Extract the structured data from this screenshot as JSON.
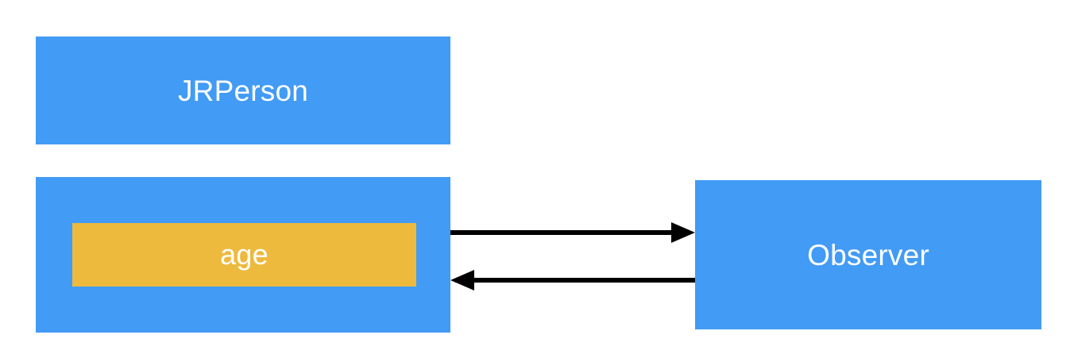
{
  "diagram": {
    "title": "",
    "background_color": "#ffffff",
    "palette": {
      "class_blue": "#429BF5",
      "property_orange": "#EDBA3E",
      "edge_black": "#000000",
      "label_white": "#ffffff"
    },
    "nodes": [
      {
        "id": "jrperson",
        "label": "JRPerson",
        "shape": "rectangle",
        "fill": "#429BF5",
        "text_color": "#ffffff"
      },
      {
        "id": "jrperson-body",
        "label": "",
        "shape": "rectangle",
        "fill": "#429BF5",
        "text_color": "#ffffff"
      },
      {
        "id": "age",
        "label": "age",
        "shape": "rectangle",
        "fill": "#EDBA3E",
        "text_color": "#ffffff"
      },
      {
        "id": "observer",
        "label": "Observer",
        "shape": "rectangle",
        "fill": "#429BF5",
        "text_color": "#ffffff"
      }
    ],
    "edges": [
      {
        "id": "age-to-observer",
        "label": "",
        "from": "age",
        "to": "observer",
        "direction": "right",
        "style": "solid",
        "color": "#000000"
      },
      {
        "id": "observer-to-age",
        "label": "",
        "from": "observer",
        "to": "age",
        "direction": "left",
        "style": "solid",
        "color": "#000000"
      }
    ]
  }
}
